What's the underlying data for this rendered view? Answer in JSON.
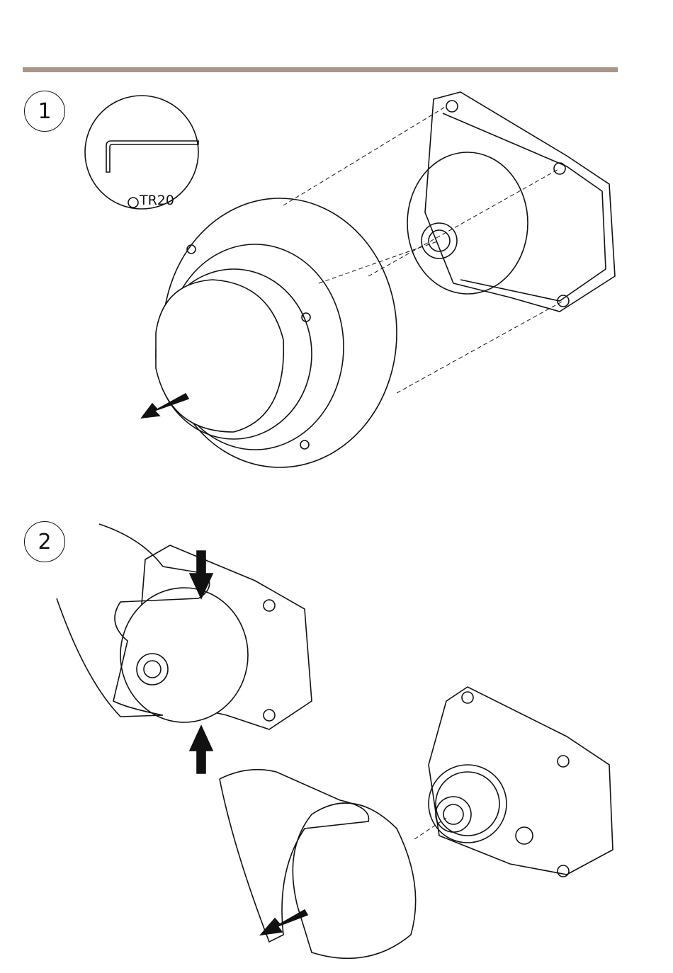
{
  "header": {
    "rule_color": "#a8968a"
  },
  "steps": [
    {
      "number": "1",
      "tool_label": "TR20",
      "tool_icon": "torx-icon"
    },
    {
      "number": "2"
    }
  ]
}
